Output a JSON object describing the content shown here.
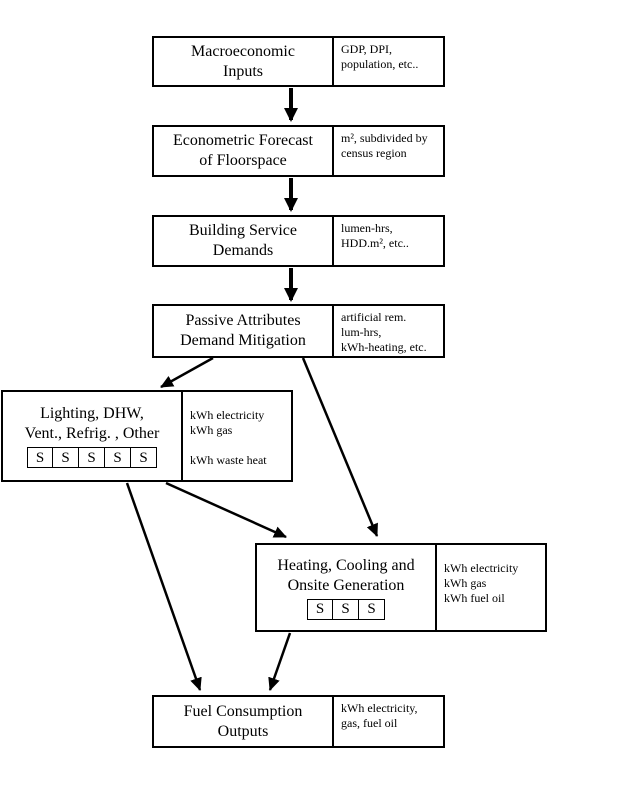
{
  "colors": {
    "ink": "#000000",
    "background": "#ffffff"
  },
  "boxes": {
    "macro": {
      "title_lines": [
        "Macroeconomic",
        "Inputs"
      ],
      "note_lines": [
        "GDP, DPI,",
        "population, etc.."
      ]
    },
    "econometric": {
      "title_lines": [
        "Econometric Forecast",
        "of Floorspace"
      ],
      "note_lines": [
        "m², subdivided by",
        "census region"
      ]
    },
    "service": {
      "title_lines": [
        "Building Service",
        "Demands"
      ],
      "note_lines": [
        "lumen-hrs,",
        "HDD.m², etc.."
      ]
    },
    "passive": {
      "title_lines": [
        "Passive Attributes",
        "Demand Mitigation"
      ],
      "note_lines": [
        "artificial rem.",
        "lum-hrs,",
        "kWh-heating, etc."
      ]
    },
    "enduse": {
      "title_lines": [
        "Lighting, DHW,",
        "Vent., Refrig. , Other"
      ],
      "s_cells": [
        "S",
        "S",
        "S",
        "S",
        "S"
      ],
      "note_lines": [
        "kWh electricity",
        "kWh gas",
        "",
        "kWh waste heat"
      ]
    },
    "hvac": {
      "title_lines": [
        "Heating, Cooling and",
        "Onsite Generation"
      ],
      "s_cells": [
        "S",
        "S",
        "S"
      ],
      "note_lines": [
        "kWh electricity",
        "kWh gas",
        "kWh fuel oil"
      ]
    },
    "fuel": {
      "title_lines": [
        "Fuel Consumption",
        "Outputs"
      ],
      "note_lines": [
        "kWh electricity,",
        "gas, fuel oil"
      ]
    }
  }
}
